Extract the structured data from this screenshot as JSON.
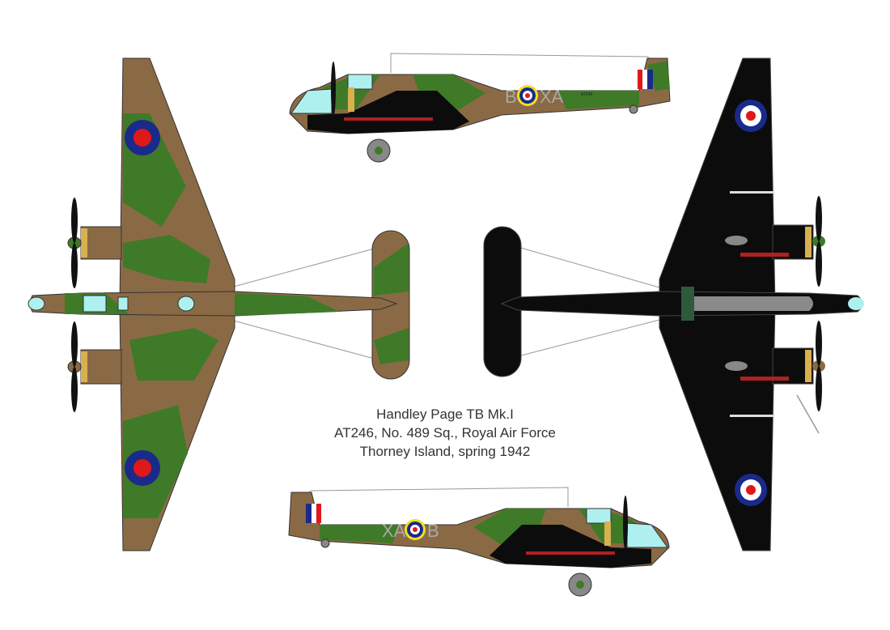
{
  "caption": {
    "line1": "Handley Page TB Mk.I",
    "line2": "AT246, No. 489 Sq., Royal Air Force",
    "line3": "Thorney Island, spring 1942"
  },
  "markings": {
    "code_letter": "B",
    "squadron_code": "XA",
    "serial": "AT246"
  },
  "colors": {
    "dark_earth": "#8a6a45",
    "dark_green": "#3f7a28",
    "night_black": "#0c0c0c",
    "glazing": "#aef0f0",
    "roundel_blue": "#1a2a8a",
    "roundel_red": "#e01818",
    "roundel_yellow": "#f0e020",
    "code_grey": "#a8a8a8"
  },
  "views": [
    "top-view",
    "underside-view",
    "starboard-side-view",
    "port-side-view"
  ]
}
